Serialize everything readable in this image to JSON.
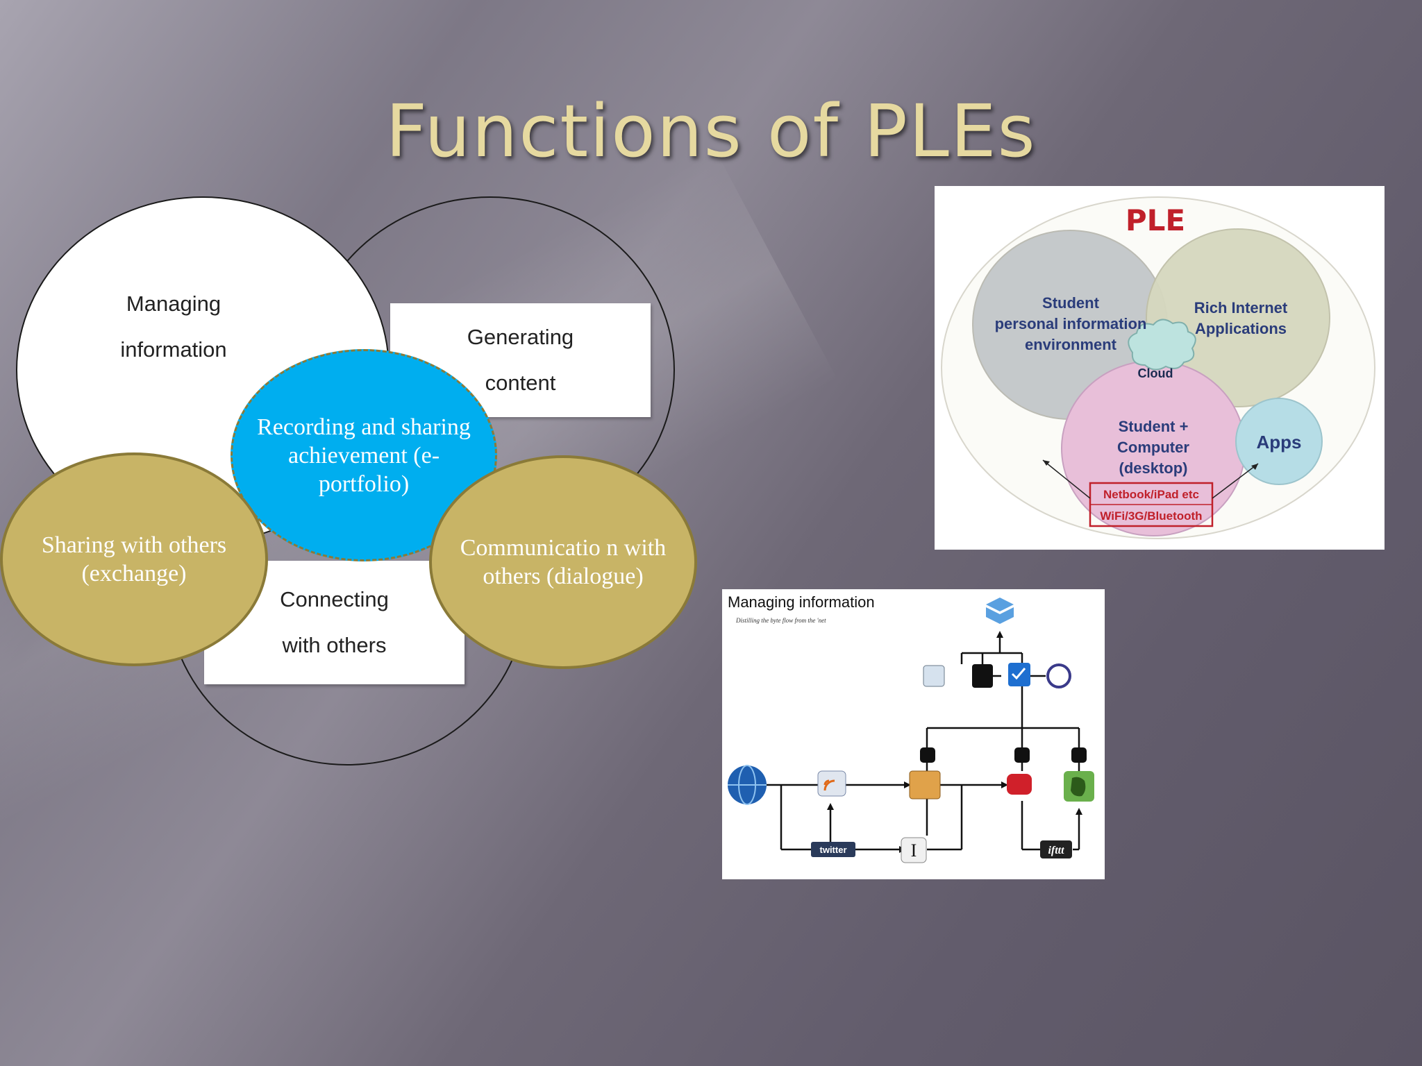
{
  "slide": {
    "title": "Functions of PLEs"
  },
  "venn": {
    "managing": [
      "Managing",
      "information"
    ],
    "generating": [
      "Generating",
      "content"
    ],
    "connecting": [
      "Connecting",
      "with others"
    ],
    "recording": "Recording and sharing achievement (e-portfolio)",
    "sharing": "Sharing with others (exchange)",
    "communication": "Communicatio n with others (dialogue)"
  },
  "ple_diagram": {
    "title": "PLE",
    "student_env": [
      "Student",
      "personal information",
      "environment"
    ],
    "ria": [
      "Rich Internet",
      "Applications"
    ],
    "cloud": "Cloud",
    "computer": [
      "Student +",
      "Computer",
      "(desktop)"
    ],
    "apps": "Apps",
    "devices": [
      "Netbook/iPad etc",
      "WiFi/3G/Bluetooth"
    ]
  },
  "managing_panel": {
    "title": "Managing information",
    "subtitle": "Distilling the byte flow from the 'net",
    "twitter": "twitter",
    "ifttt": "ifttt",
    "instapaper_glyph": "I"
  },
  "colors": {
    "title": "#e6d9a0",
    "gold": "#c8b466",
    "blue": "#00aeef",
    "ple_red": "#c0202a",
    "ple_blue_text": "#2a3c7a"
  }
}
